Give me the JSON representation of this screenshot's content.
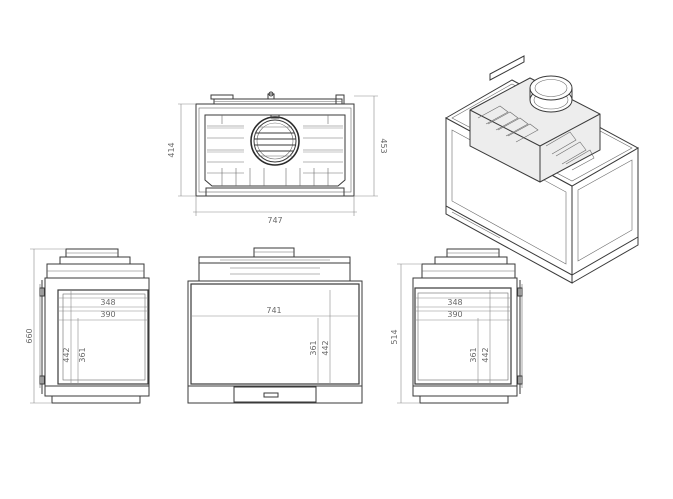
{
  "dimensions": {
    "top_width": "747",
    "top_depth_inner": "414",
    "top_depth_outer": "453",
    "left_height": "660",
    "left_width_348": "348",
    "left_width_390": "390",
    "left_height_442": "442",
    "left_height_361": "361",
    "front_width": "741",
    "front_height_361": "361",
    "front_height_442": "442",
    "right_height": "514",
    "right_width_348": "348",
    "right_width_390": "390",
    "right_height_361": "361",
    "right_height_442": "442"
  }
}
